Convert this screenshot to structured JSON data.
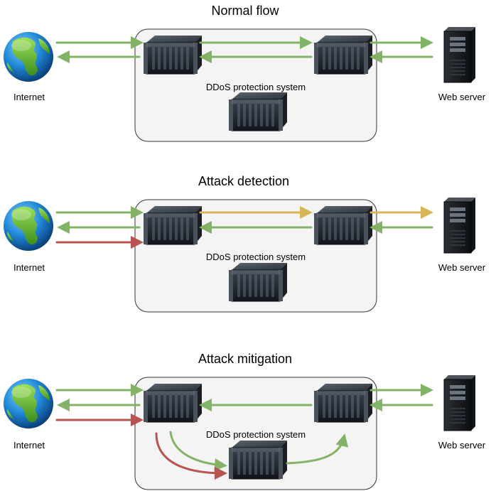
{
  "sections": [
    {
      "title": "Normal flow",
      "internet_label": "Internet",
      "server_label": "Web server",
      "system_label": "DDoS protection system"
    },
    {
      "title": "Attack detection",
      "internet_label": "Internet",
      "server_label": "Web server",
      "system_label": "DDoS protection system"
    },
    {
      "title": "Attack mitigation",
      "internet_label": "Internet",
      "server_label": "Web server",
      "system_label": "DDoS protection system"
    }
  ],
  "colors": {
    "normal": "#82b366",
    "alert": "#d6b656",
    "attack": "#b85450",
    "box_fill": "#f4f4f4",
    "box_stroke": "#333333"
  },
  "icons": [
    "globe-icon",
    "server-appliance-icon",
    "tower-server-icon"
  ]
}
